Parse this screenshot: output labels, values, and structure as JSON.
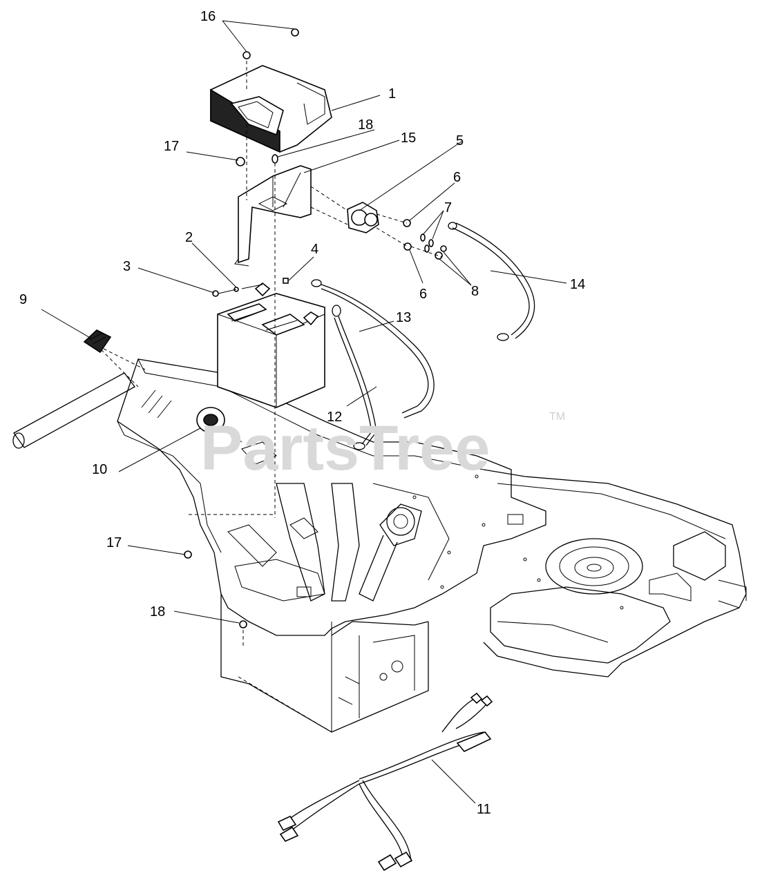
{
  "diagram": {
    "watermark": "PartsTree",
    "trademark": "TM",
    "callouts": [
      "16",
      "1",
      "18",
      "15",
      "5",
      "6",
      "7",
      "17",
      "2",
      "4",
      "3",
      "9",
      "13",
      "14",
      "8",
      "6",
      "12",
      "10",
      "17",
      "18",
      "11"
    ],
    "colors": {
      "ink": "#000000",
      "watermark": "#d9d9d9",
      "background": "#ffffff"
    }
  }
}
